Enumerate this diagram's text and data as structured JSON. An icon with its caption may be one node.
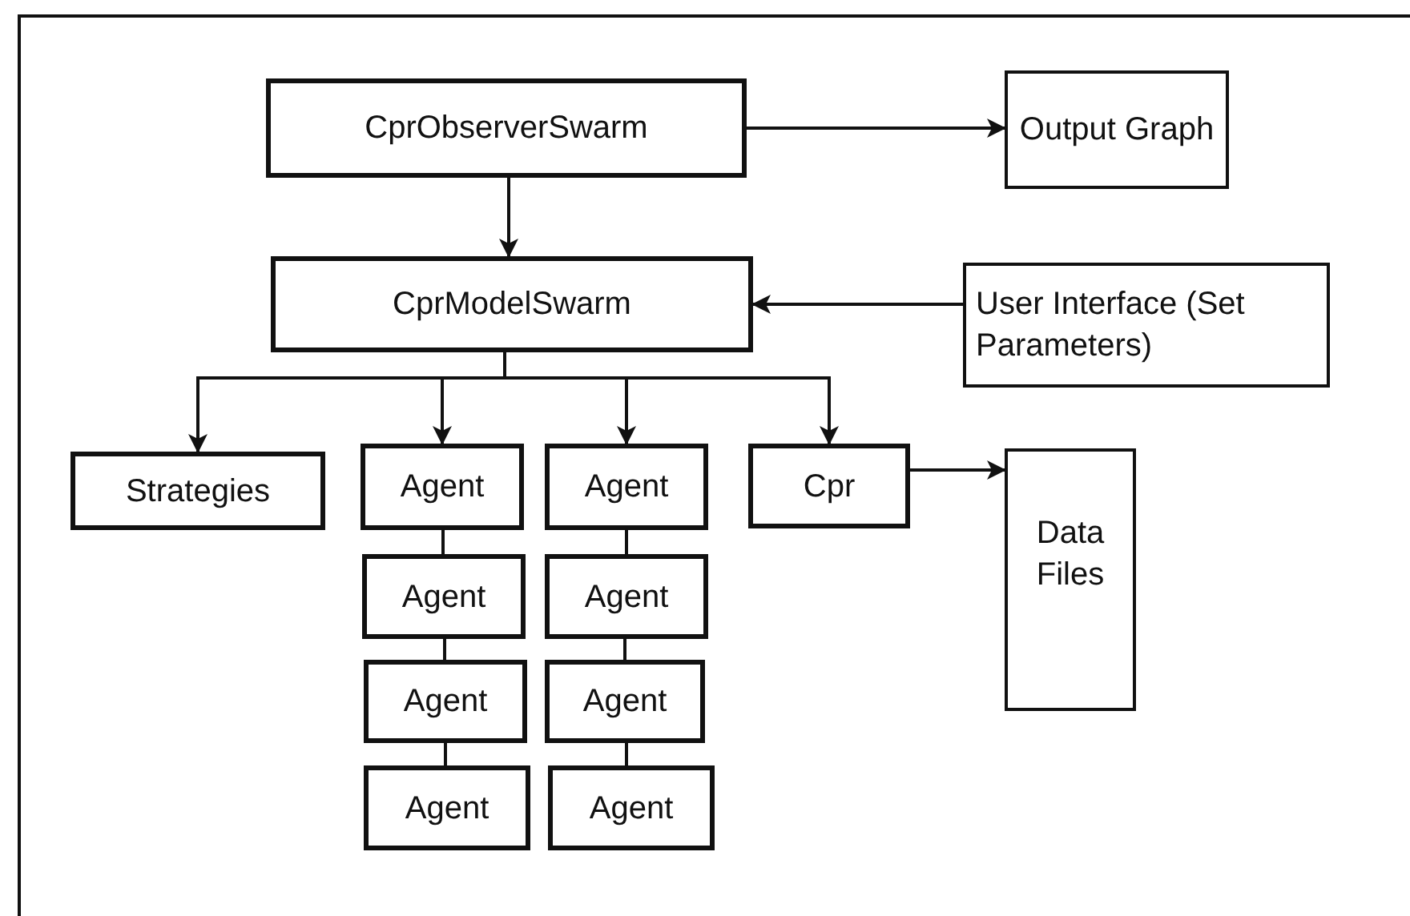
{
  "diagram": {
    "nodes": [
      {
        "text": [
          "CprObserverSwarm"
        ]
      },
      {
        "text": [
          "Output Graph"
        ]
      },
      {
        "text": [
          "CprModelSwarm"
        ]
      },
      {
        "text": [
          "User Interface (Set Parameters)"
        ]
      },
      {
        "text": [
          "Strategies"
        ]
      },
      {
        "text": [
          "Agent"
        ]
      },
      {
        "text": [
          "Agent"
        ]
      },
      {
        "text": [
          "Cpr"
        ]
      },
      {
        "text": [
          "Data Files"
        ]
      },
      {
        "text": [
          "Agent"
        ]
      },
      {
        "text": [
          "Agent"
        ]
      },
      {
        "text": [
          "Agent"
        ]
      },
      {
        "text": [
          "Agent"
        ]
      },
      {
        "text": [
          "Agent"
        ]
      },
      {
        "text": [
          "Agent"
        ]
      }
    ],
    "edges": [
      {
        "from": 0,
        "to": 1,
        "arrow": "to"
      },
      {
        "from": 0,
        "to": 2,
        "arrow": "to"
      },
      {
        "from": 3,
        "to": 2,
        "arrow": "to"
      },
      {
        "from": 2,
        "to": 4,
        "arrow": "to"
      },
      {
        "from": 2,
        "to": 5,
        "arrow": "to"
      },
      {
        "from": 2,
        "to": 6,
        "arrow": "to"
      },
      {
        "from": 2,
        "to": 7,
        "arrow": "to"
      },
      {
        "from": 7,
        "to": 8,
        "arrow": "to"
      },
      {
        "from": 5,
        "to": 9,
        "arrow": "none"
      },
      {
        "from": 9,
        "to": 11,
        "arrow": "none"
      },
      {
        "from": 11,
        "to": 13,
        "arrow": "none"
      },
      {
        "from": 6,
        "to": 10,
        "arrow": "none"
      },
      {
        "from": 10,
        "to": 12,
        "arrow": "none"
      },
      {
        "from": 12,
        "to": 14,
        "arrow": "none"
      }
    ]
  }
}
